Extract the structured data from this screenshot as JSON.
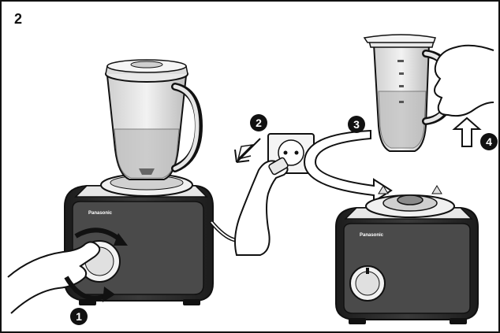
{
  "figure": {
    "step_number": "2",
    "badges": [
      "1",
      "2",
      "3",
      "4"
    ],
    "brand_label": "Panasonic"
  },
  "colors": {
    "outline": "#111111",
    "base_dark": "#2a2a2a",
    "panel": "#444444",
    "glass": "#d9d9d9",
    "liquid": "#bdbdbd",
    "white": "#ffffff"
  }
}
